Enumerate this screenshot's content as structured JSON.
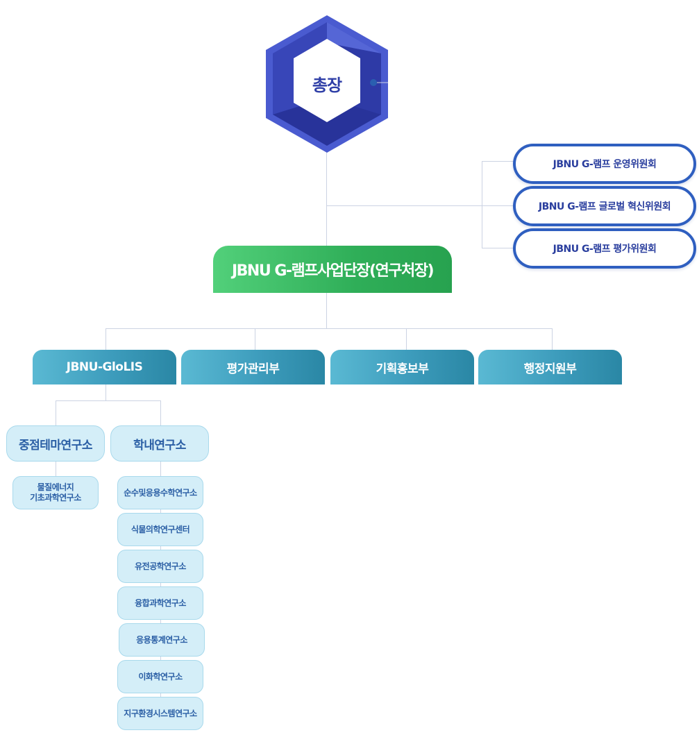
{
  "president": {
    "label": "총장"
  },
  "committees": [
    {
      "label": "JBNU G-램프 운영위원회"
    },
    {
      "label": "JBNU G-램프 글로벌 혁신위원회"
    },
    {
      "label": "JBNU G-램프 평가위원회"
    }
  ],
  "director": {
    "label": "JBNU G-램프사업단장(연구처장)"
  },
  "departments": [
    {
      "label": "JBNU-GloLIS"
    },
    {
      "label": "평가관리부"
    },
    {
      "label": "기획홍보부"
    },
    {
      "label": "행정지원부"
    }
  ],
  "institute_groups": [
    {
      "label": "중점테마연구소",
      "items": [
        {
          "line1": "물질에너지",
          "line2": "기초과학연구소"
        }
      ]
    },
    {
      "label": "학내연구소",
      "items": [
        {
          "label": "순수및응용수학연구소"
        },
        {
          "label": "식물의학연구센터"
        },
        {
          "label": "유전공학연구소"
        },
        {
          "label": "융합과학연구소"
        },
        {
          "label": "응용통계연구소"
        },
        {
          "label": "이화학연구소"
        },
        {
          "label": "지구환경시스템연구소"
        }
      ]
    }
  ],
  "colors": {
    "hexagon": "#3a4bbf",
    "committee_border": "#2f5fc0",
    "director": "#2fae58",
    "department": "#3d9cbc",
    "institute_bg": "#d4eef8",
    "connector": "#ccd3e3"
  }
}
